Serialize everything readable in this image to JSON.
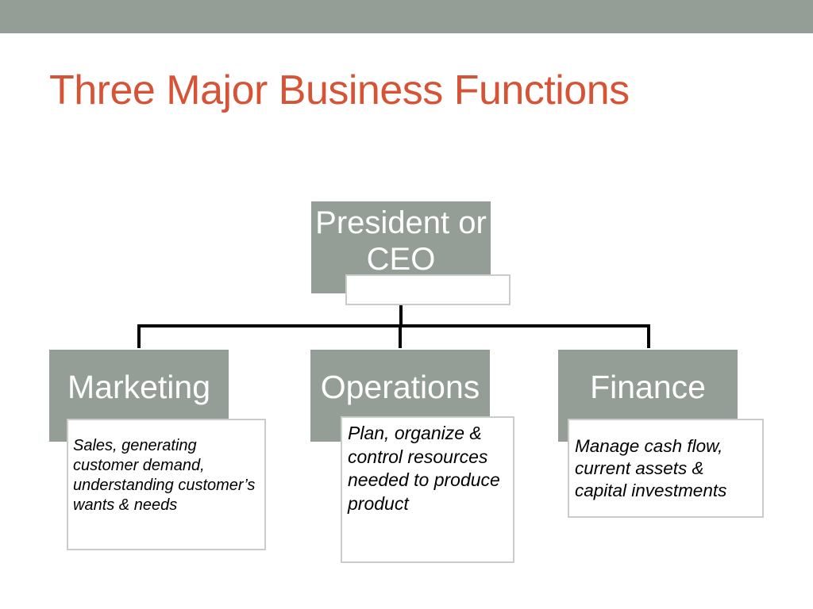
{
  "slide": {
    "title": "Three Major Business Functions"
  },
  "org_chart": {
    "root": {
      "label": "President or CEO",
      "note": ""
    },
    "functions": [
      {
        "label": "Marketing",
        "description": "Sales, generating customer demand, understanding customer’s wants & needs"
      },
      {
        "label": "Operations",
        "description": "Plan, organize & control resources needed to produce product"
      },
      {
        "label": "Finance",
        "description": "Manage cash flow, current assets & capital investments"
      }
    ]
  },
  "colors": {
    "header_bar": "#949d96",
    "node_fill": "#949d96",
    "node_text": "#ffffff",
    "title_text": "#d65336",
    "connector": "#000000",
    "description_border": "#c8cdc9"
  }
}
